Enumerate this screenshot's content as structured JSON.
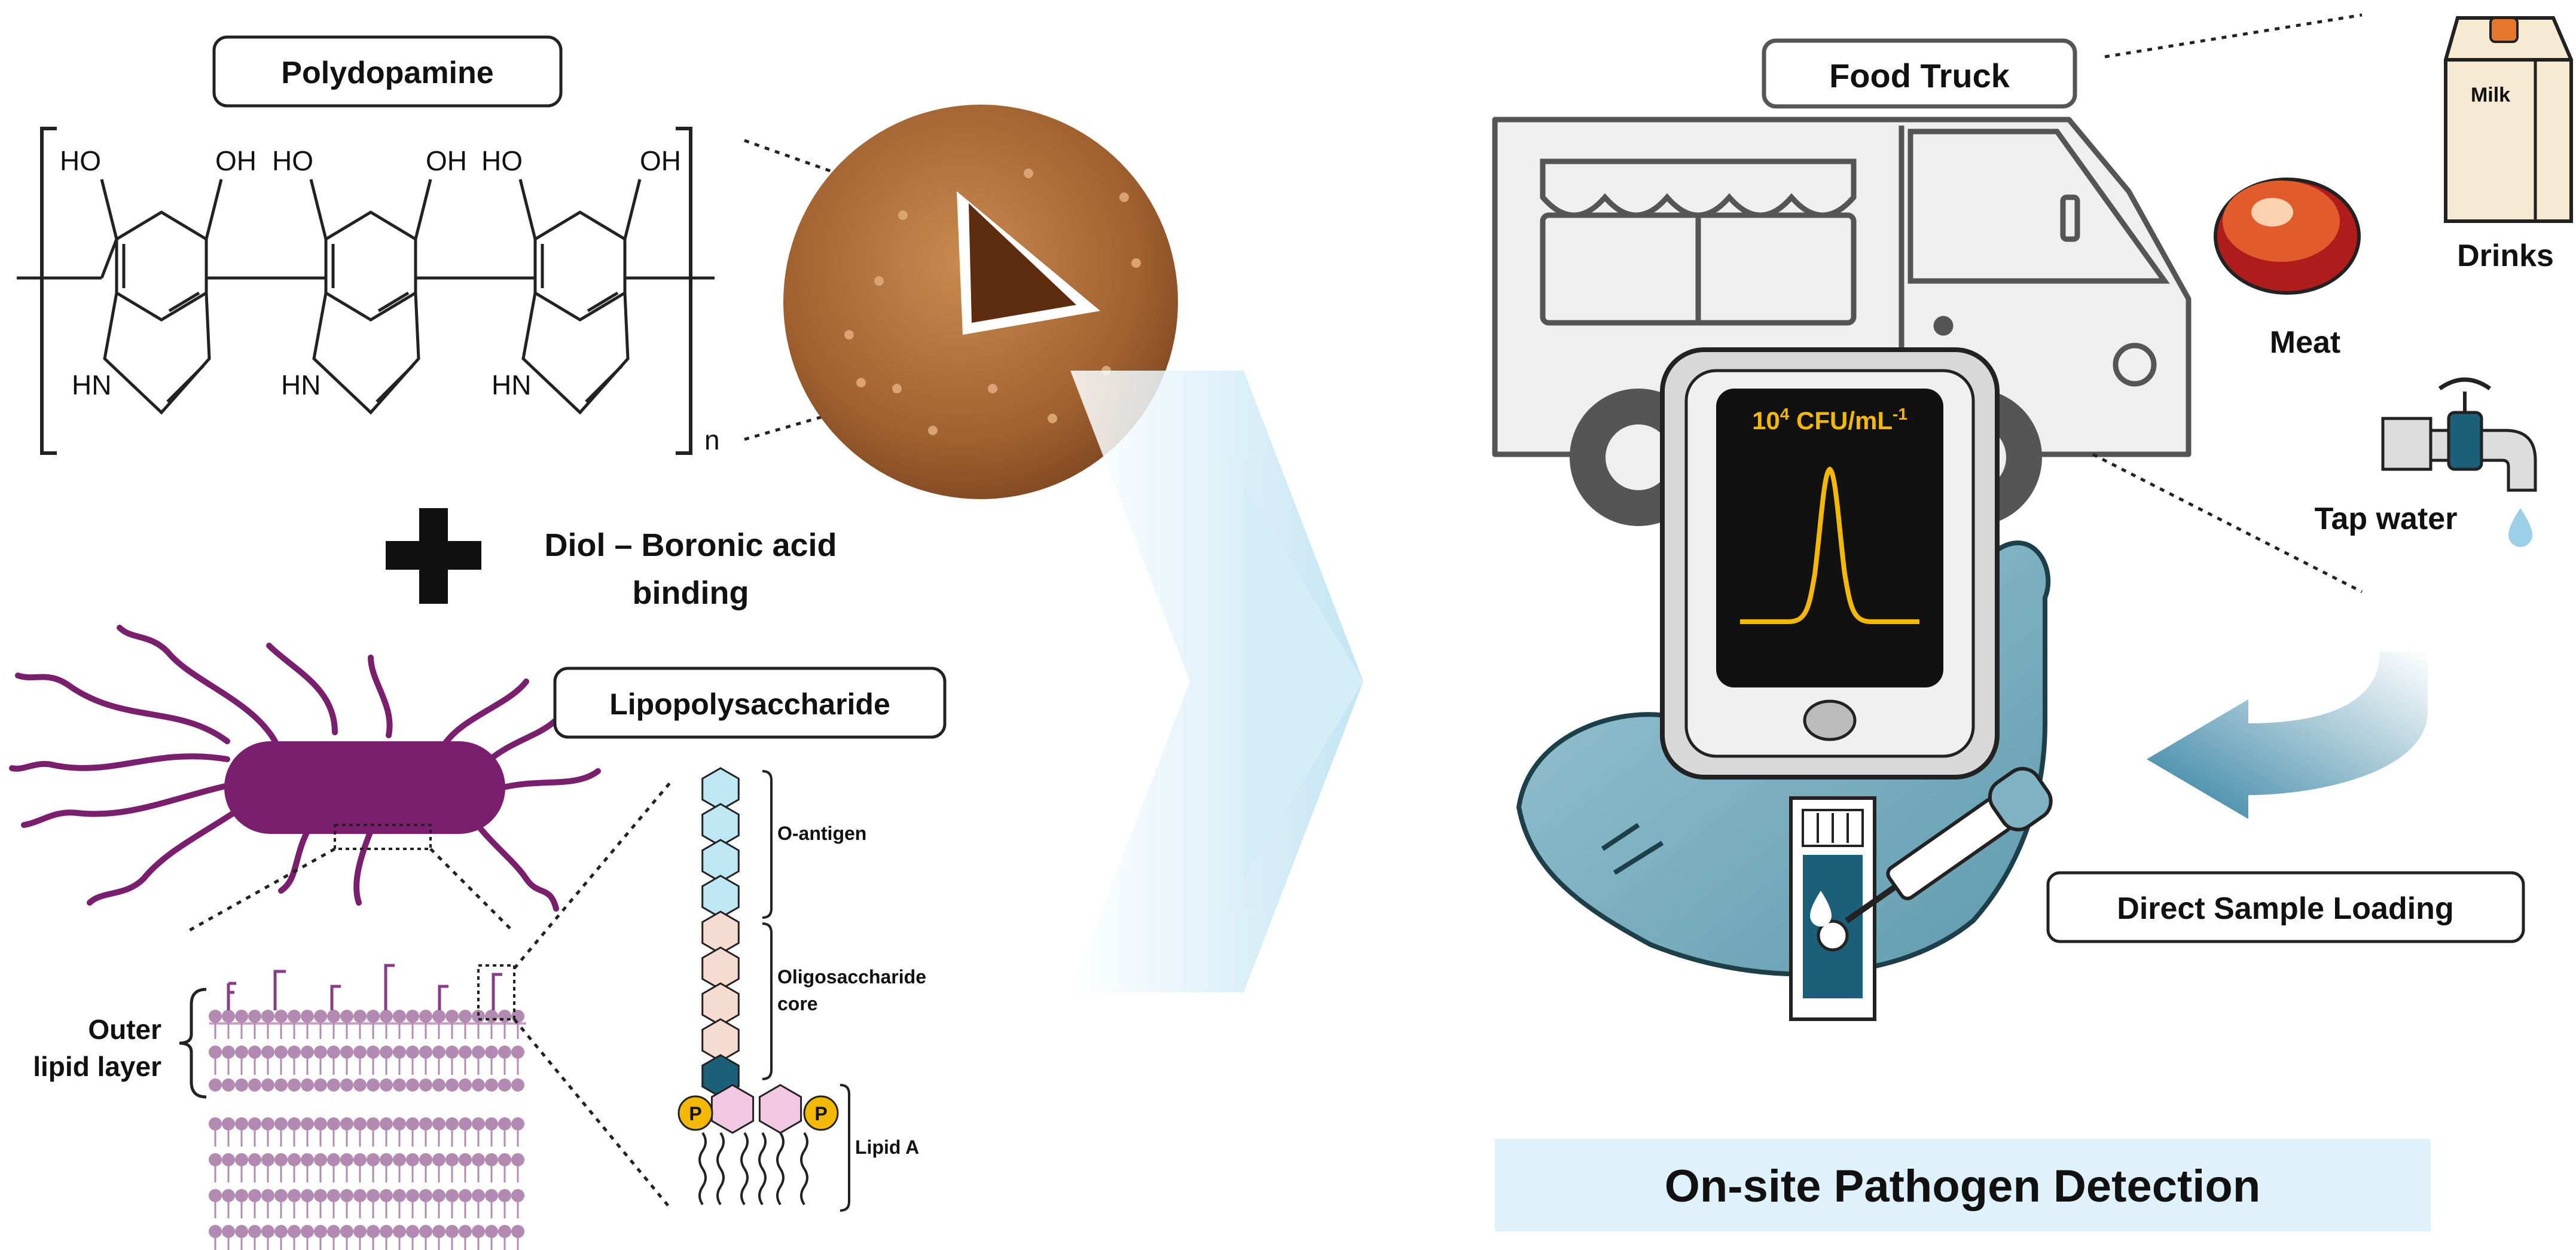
{
  "left": {
    "polydopamine_label": "Polydopamine",
    "oh": "OH",
    "ho": "HO",
    "hn": "HN",
    "subscript_n": "n",
    "binding_line1": "Diol – Boronic acid",
    "binding_line2": "binding",
    "lps_label": "Lipopolysaccharide",
    "outer_line1": "Outer",
    "outer_line2": "lipid layer",
    "o_antigen": "O-antigen",
    "core_line1": "Oligosaccharide",
    "core_line2": "core",
    "lipid_a": "Lipid A",
    "phosphate": "P"
  },
  "right": {
    "food_truck_label": "Food Truck",
    "milk_text": "Milk",
    "drinks_label": "Drinks",
    "meat_label": "Meat",
    "tap_water_label": "Tap water",
    "screen_readout_base": "10",
    "screen_readout_exp": "4",
    "screen_readout_unit": " CFU/mL",
    "screen_readout_unit_exp": "-1",
    "direct_sample_label": "Direct Sample Loading",
    "banner_title": "On-site Pathogen Detection"
  },
  "colors": {
    "bacterium": "#7a1f6e",
    "nanoparticle": "#a0612f",
    "glove": "#7fb3c4",
    "banner": "#dff1fa",
    "arrow": "#2f7fa0",
    "peak": "#f5b800"
  }
}
